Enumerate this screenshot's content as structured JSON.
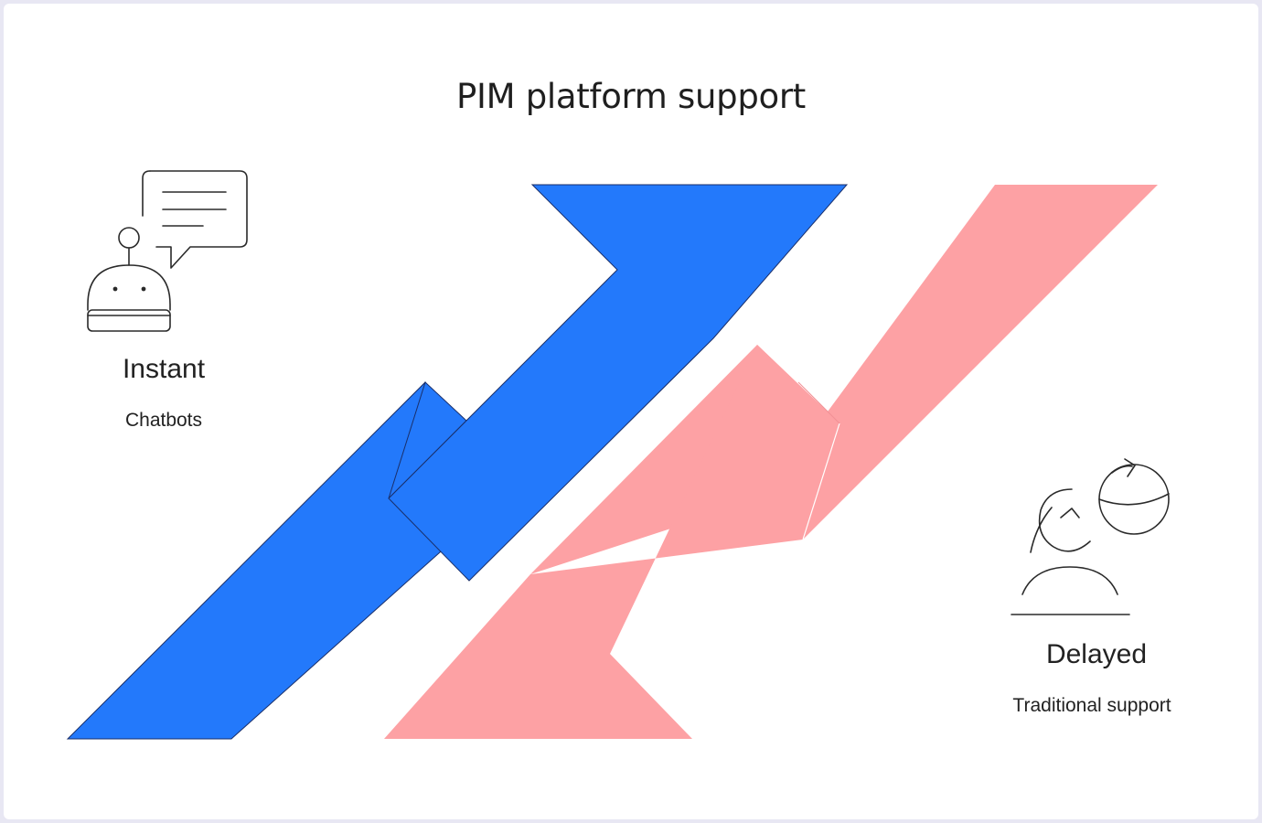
{
  "title": "PIM platform support",
  "left_option": {
    "heading": "Instant",
    "subheading": "Chatbots",
    "icon": "chatbot-icon"
  },
  "right_option": {
    "heading": "Delayed",
    "subheading": "Traditional support",
    "icon": "support-agent-icon"
  },
  "colors": {
    "blue_arrow": "#2379fb",
    "pink_arrow": "#fda1a4",
    "background": "#ffffff",
    "frame": "#e8e7f3"
  }
}
